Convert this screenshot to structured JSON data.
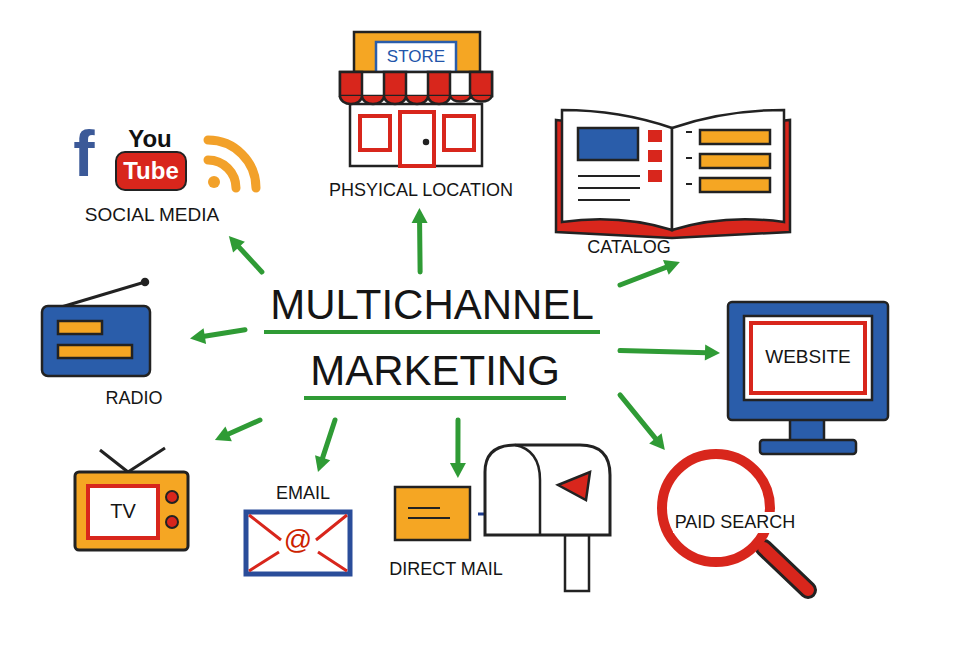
{
  "diagram": {
    "nodes": [
      {
        "text": [
          "f",
          "You",
          "Tube",
          "SOCIAL MEDIA"
        ]
      },
      {
        "text": [
          "STORE",
          "PHSYICAL LOCATION"
        ]
      },
      {
        "text": [
          "CATALOG"
        ]
      },
      {
        "text": [
          "MULTICHANNEL",
          "MARKETING"
        ]
      },
      {
        "text": [
          "RADIO"
        ]
      },
      {
        "text": [
          "WEBSITE"
        ]
      },
      {
        "text": [
          "TV"
        ]
      },
      {
        "text": [
          "EMAIL",
          "@"
        ]
      },
      {
        "text": [
          "DIRECT MAIL"
        ]
      },
      {
        "text": [
          "PAID SEARCH"
        ]
      }
    ],
    "edges": [
      {
        "from": 3,
        "to": 0,
        "arrow": "to"
      },
      {
        "from": 3,
        "to": 1,
        "arrow": "to"
      },
      {
        "from": 3,
        "to": 2,
        "arrow": "to"
      },
      {
        "from": 3,
        "to": 5,
        "arrow": "to"
      },
      {
        "from": 3,
        "to": 9,
        "arrow": "to"
      },
      {
        "from": 3,
        "to": 8,
        "arrow": "to"
      },
      {
        "from": 3,
        "to": 7,
        "arrow": "to"
      },
      {
        "from": 3,
        "to": 6,
        "arrow": "to"
      },
      {
        "from": 3,
        "to": 4,
        "arrow": "to"
      }
    ]
  }
}
